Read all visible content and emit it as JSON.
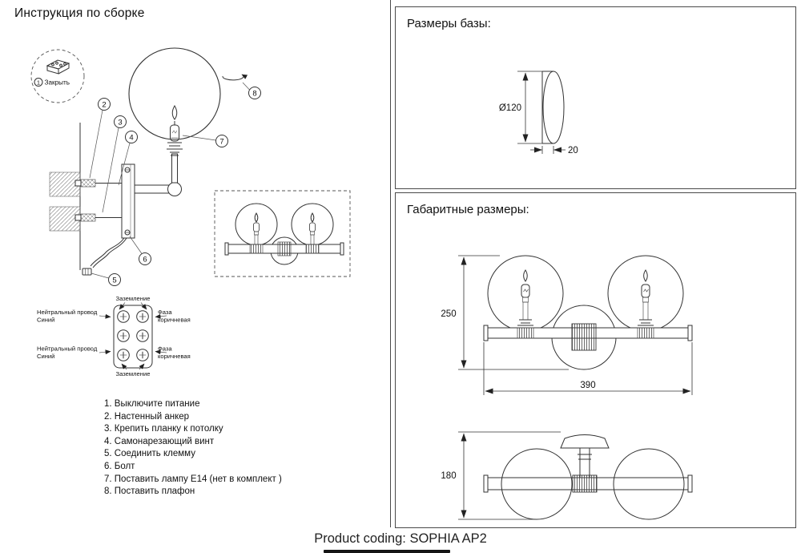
{
  "title": "Инструкция по сборке",
  "close_step": {
    "num": "1",
    "label": "Закрыть"
  },
  "callouts": {
    "c2": "2",
    "c3": "3",
    "c4": "4",
    "c5": "5",
    "c6": "6",
    "c7": "7",
    "c8": "8"
  },
  "wiring": {
    "ground": "Заземление",
    "neutral_line1": "Нейтральный провод",
    "neutral_line2": "Синий",
    "phase_line1": "Фаза",
    "phase_line2": "коричневая"
  },
  "steps": [
    "1. Выключите питание",
    "2. Настенный анкер",
    "3. Крепить планку к потолку",
    "4. Самонарезающий винт",
    "5. Соединить клемму",
    "6. Болт",
    "7. Поставить лампу Е14  (нет в комплект )",
    "8. Поставить плафон"
  ],
  "base_section": {
    "title": "Размеры базы:",
    "diameter_label": "Ø120",
    "thickness_label": "20"
  },
  "overall_section": {
    "title": "Габаритные размеры:",
    "height_label": "250",
    "width_label": "390",
    "depth_label": "180"
  },
  "product_coding": "Product coding: SOPHIA AP2"
}
